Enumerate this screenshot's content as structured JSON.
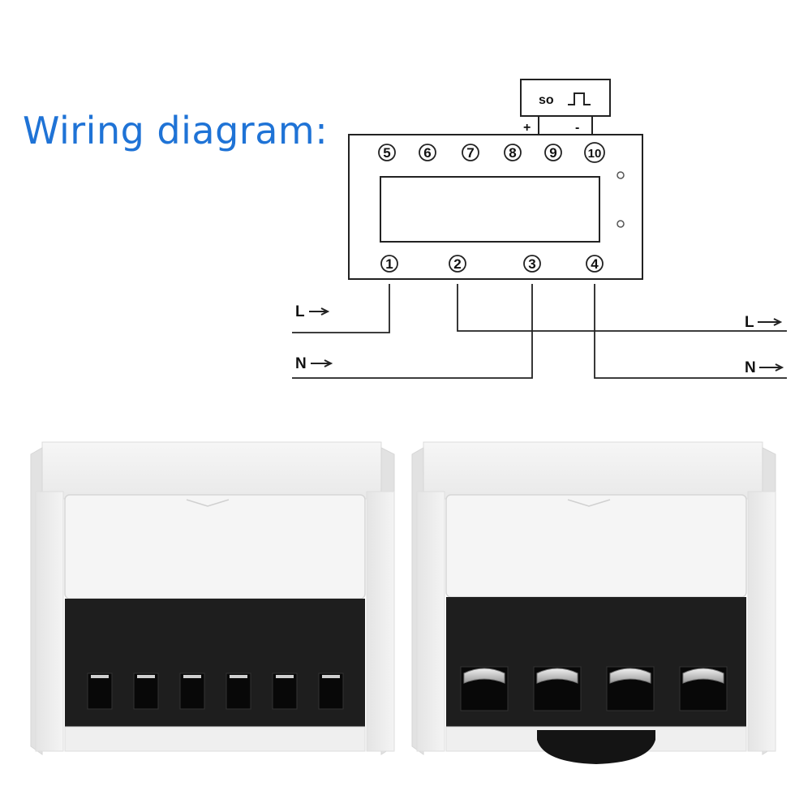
{
  "title": "Wiring diagram:",
  "pulse_output": {
    "label": "so",
    "plus": "+",
    "minus": "-"
  },
  "terminals_top": [
    "5",
    "6",
    "7",
    "8",
    "9",
    "10"
  ],
  "terminals_bottom": [
    "1",
    "2",
    "3",
    "4"
  ],
  "lines_in": [
    "L",
    "N"
  ],
  "lines_out": [
    "L",
    "N"
  ],
  "colors": {
    "title": "#1f73d6",
    "line": "#222222",
    "device_body": "#f1f1f1",
    "terminal_block": "#1e1e1e"
  }
}
